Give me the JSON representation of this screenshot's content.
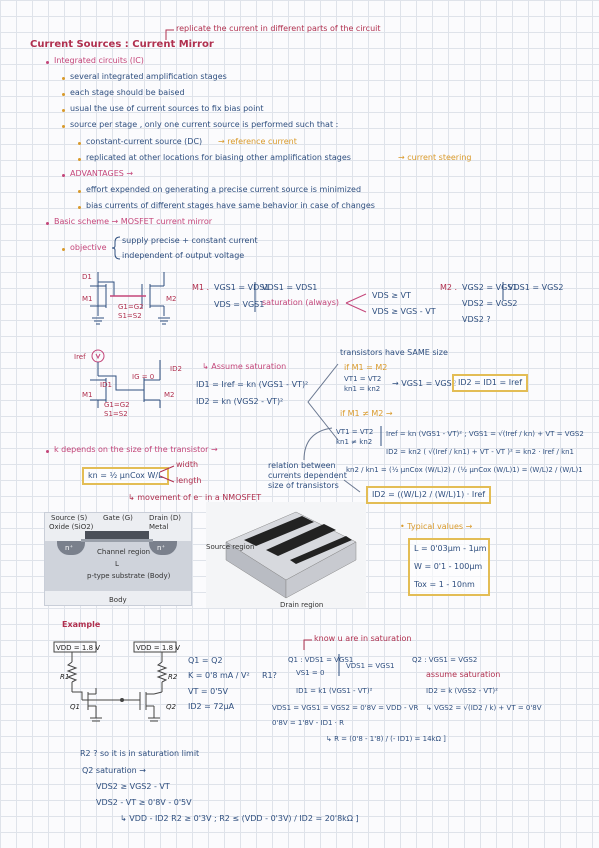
{
  "header": {
    "note": "replicate the current in different parts of the circuit",
    "title": "Current Sources : Current Mirror"
  },
  "intro": {
    "integrated": "Integrated circuits (IC)",
    "bullets": [
      "several integrated amplification stages",
      "each stage should be baised",
      "usual the use of current sources to fix bias point",
      "source per stage , only one current source is performed such that :"
    ],
    "sub1": "constant-current source (DC)",
    "sub1_ref": "reference current",
    "sub2": "replicated at other locations for biasing other amplification stages",
    "sub2_steer": "current steering",
    "advantages": "ADVANTAGES",
    "adv": [
      "effort expended on generating a precise current source is minimized",
      "bias currents of different stages have same behavior in case of changes"
    ]
  },
  "basic": {
    "label": "Basic scheme",
    "mosfet": "MOSFET current mirror",
    "objective": "objective",
    "obj1": "supply precise + constant current",
    "obj2": "independent of output voltage"
  },
  "circuit1": {
    "d1": "D1",
    "m1": "M1",
    "m2": "M2",
    "g": "G1=G2",
    "s": "S1=S2"
  },
  "eq1": {
    "m1": "M1 .",
    "l1": "VGS1 = VDS1",
    "l2": "VDS = VGS1",
    "sat": "saturation (always)",
    "b1": "VDS ≥ VT",
    "b2": "VDS ≥ VGS - VT",
    "m2": "M2 .",
    "r1": "VGS2 = VGS1",
    "r2": "VDS2 = VGS2",
    "r3": "VDS2 ?"
  },
  "circuit2": {
    "iref": "Iref",
    "id1": "ID1",
    "id2": "ID2",
    "ig": "IG = 0",
    "m1": "M1",
    "m2": "M2"
  },
  "eq2": {
    "assume": "Assume saturation",
    "e1": "ID1 = Iref = kn (VGS1 - VT)²",
    "e2": "ID2 = kn (VGS2 - VT)²",
    "same_size": "transistors have SAME size",
    "if_eq": "if M1 = M2",
    "c1": "VT1 = VT2",
    "c2": "kn1 = kn2",
    "c3": "VGS1 = VGS2",
    "result": "ID2 = ID1 = Iref",
    "if_neq": "if M1 ≠ M2",
    "d1": "VT1 = VT2",
    "d2": "kn1 ≠ kn2",
    "d3": "Iref = kn (VGS1 - VT)² ; VGS1 = √(Iref / kn) + VT = VGS2",
    "d4": "ID2 = kn2 ( √(Iref / kn1) + VT - VT )² = kn2 · Iref / kn1",
    "d5": "kn2 / kn1 = (½ μnCox (W/L)2) / (½ μnCox (W/L)1) = (W/L)2 / (W/L)1",
    "relation1": "relation between",
    "relation2": "currents dependent",
    "relation3": "size of transistors",
    "result2": "ID2 = ((W/L)2 / (W/L)1) · Iref"
  },
  "kdep": {
    "label": "k depends on the size of the transistor",
    "formula": "kn = ½ μnCox W/L",
    "width": "width",
    "length": "length",
    "movement": "movement of e⁻ in a NMOSFET"
  },
  "figure": {
    "source": "Source (S)",
    "gate": "Gate (G)",
    "drain": "Drain (D)",
    "oxide": "Oxide (SiO2)",
    "metal": "Metal",
    "channel": "Channel region",
    "substrate": "p-type substrate (Body)",
    "body": "Body",
    "n1": "n⁺",
    "n2": "n⁺",
    "l": "L",
    "region": "Drain region",
    "source_region": "Source region"
  },
  "typical": {
    "label": "Typical values",
    "v1": "L = 0'03μm - 1μm",
    "v2": "W = 0'1 - 100μm",
    "v3": "Tox = 1 - 10nm"
  },
  "example": {
    "title": "Example",
    "vdd1": "VDD = 1.8 V",
    "vdd2": "VDD = 1.8 V",
    "r1": "R1",
    "r2": "R2",
    "q1": "Q1",
    "q2": "Q2",
    "g1": "Q1 = Q2",
    "g2": "K = 0'8 mA / V²",
    "g3": "VT = 0'5V",
    "g4": "ID2 = 72μA",
    "r1q": "R1?",
    "know": "know u are in saturation",
    "q1s": "Q1 : VDS1 = VGS1",
    "q1v": "VS1 = 0",
    "q1eq": "VDS1 = VGS1",
    "q2s": "Q2 : VGS1 = VGS2",
    "assume": "assume saturation",
    "id1": "ID1 = k1 (VGS1 - VT)²",
    "vds1": "VDS1 = VGS1 = VGS2 = 0'8V = VDD - VR",
    "vr": "0'8V = 1'8V - ID1 · R",
    "calc": "R = (0'8 - 1'8) / (- ID1) = 14kΩ ]",
    "id2": "ID2 = k (VGS2 - VT)²",
    "vgs2": "VGS2 = √(ID2 / k) + VT = 0'8V",
    "r2q": "R2 ? so it is in saturation limit",
    "q2sat": "Q2 saturation",
    "l1": "VDS2 ≥ VGS2 - VT",
    "l2": "VDS2 - VT ≥ 0'8V - 0'5V",
    "l3": "VDD - ID2 R2 ≥ 0'3V ; R2 ≤ (VDD - 0'3V) / ID2 = 20'8kΩ ]"
  }
}
